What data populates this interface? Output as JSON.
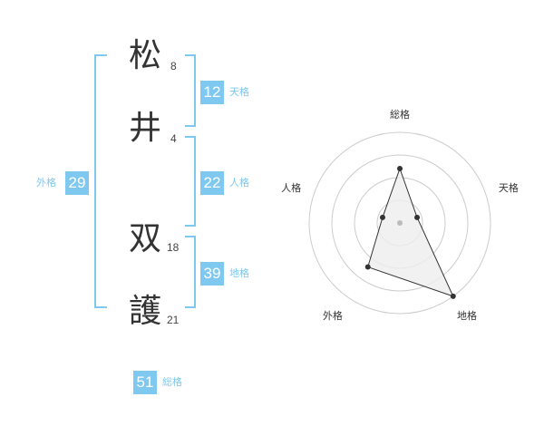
{
  "name": {
    "characters": [
      {
        "char": "松",
        "strokes": "8"
      },
      {
        "char": "井",
        "strokes": "4"
      },
      {
        "char": "双",
        "strokes": "18"
      },
      {
        "char": "護",
        "strokes": "21"
      }
    ]
  },
  "fortune": {
    "tenkaku": {
      "value": "12",
      "label": "天格"
    },
    "jinkaku": {
      "value": "22",
      "label": "人格"
    },
    "chikaku": {
      "value": "39",
      "label": "地格"
    },
    "gaikaku": {
      "value": "29",
      "label": "外格"
    },
    "soukaku": {
      "value": "51",
      "label": "総格"
    }
  },
  "chart_data": {
    "type": "radar",
    "axes": [
      "総格",
      "天格",
      "地格",
      "外格",
      "人格"
    ],
    "values": [
      0.6,
      0.2,
      1.0,
      0.6,
      0.2
    ],
    "rings": 4,
    "colors": {
      "ring": "#cccccc",
      "fill": "#eeeeee",
      "line": "#333333",
      "point": "#333333",
      "center": "#bbbbbb"
    }
  },
  "colors": {
    "accent": "#7fc8f0",
    "text": "#333333"
  }
}
